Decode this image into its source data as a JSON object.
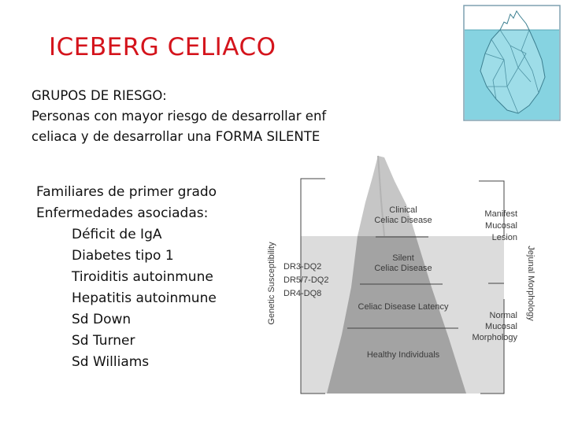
{
  "slide": {
    "title": "ICEBERG CELIACO",
    "subtitle_lines": [
      "GRUPOS DE RIESGO:",
      "Personas con mayor riesgo de desarrollar enf",
      "celiaca y de desarrollar una FORMA SILENTE"
    ]
  },
  "risk_groups": [
    {
      "label": "Familiares de primer grado",
      "indent": false
    },
    {
      "label": "Enfermedades asociadas:",
      "indent": false
    },
    {
      "label": "Déficit de IgA",
      "indent": true
    },
    {
      "label": "Diabetes tipo 1",
      "indent": true
    },
    {
      "label": "Tiroiditis autoinmune",
      "indent": true
    },
    {
      "label": "Hepatitis autoinmune",
      "indent": true
    },
    {
      "label": "Sd Down",
      "indent": true
    },
    {
      "label": "Sd Turner",
      "indent": true
    },
    {
      "label": "Sd Williams",
      "indent": true
    }
  ],
  "diagram": {
    "left_axis_label": "Genetic Susceptibility",
    "right_axis_label": "Jejunal Morphology",
    "genotypes": [
      "DR3-DQ2",
      "DR5/7-DQ2",
      "DR4-DQ8"
    ],
    "layers": {
      "clinical": [
        "Clinical",
        "Celiac Disease"
      ],
      "silent": [
        "Silent",
        "Celiac Disease"
      ],
      "latency": "Celiac Disease Latency",
      "healthy": "Healthy Individuals"
    },
    "morphology": {
      "manifest": [
        "Manifest",
        "Mucosal",
        "Lesion"
      ],
      "normal": [
        "Normal",
        "Mucosal",
        "Morphology"
      ]
    }
  },
  "colors": {
    "title": "#d4141c",
    "water_thumb": "#86d3e1",
    "underwater": "#dcdcdc",
    "iceberg_above": "#c6c6c6",
    "iceberg_below": "#a3a3a3",
    "diagram_text": "#3a3a3a"
  }
}
